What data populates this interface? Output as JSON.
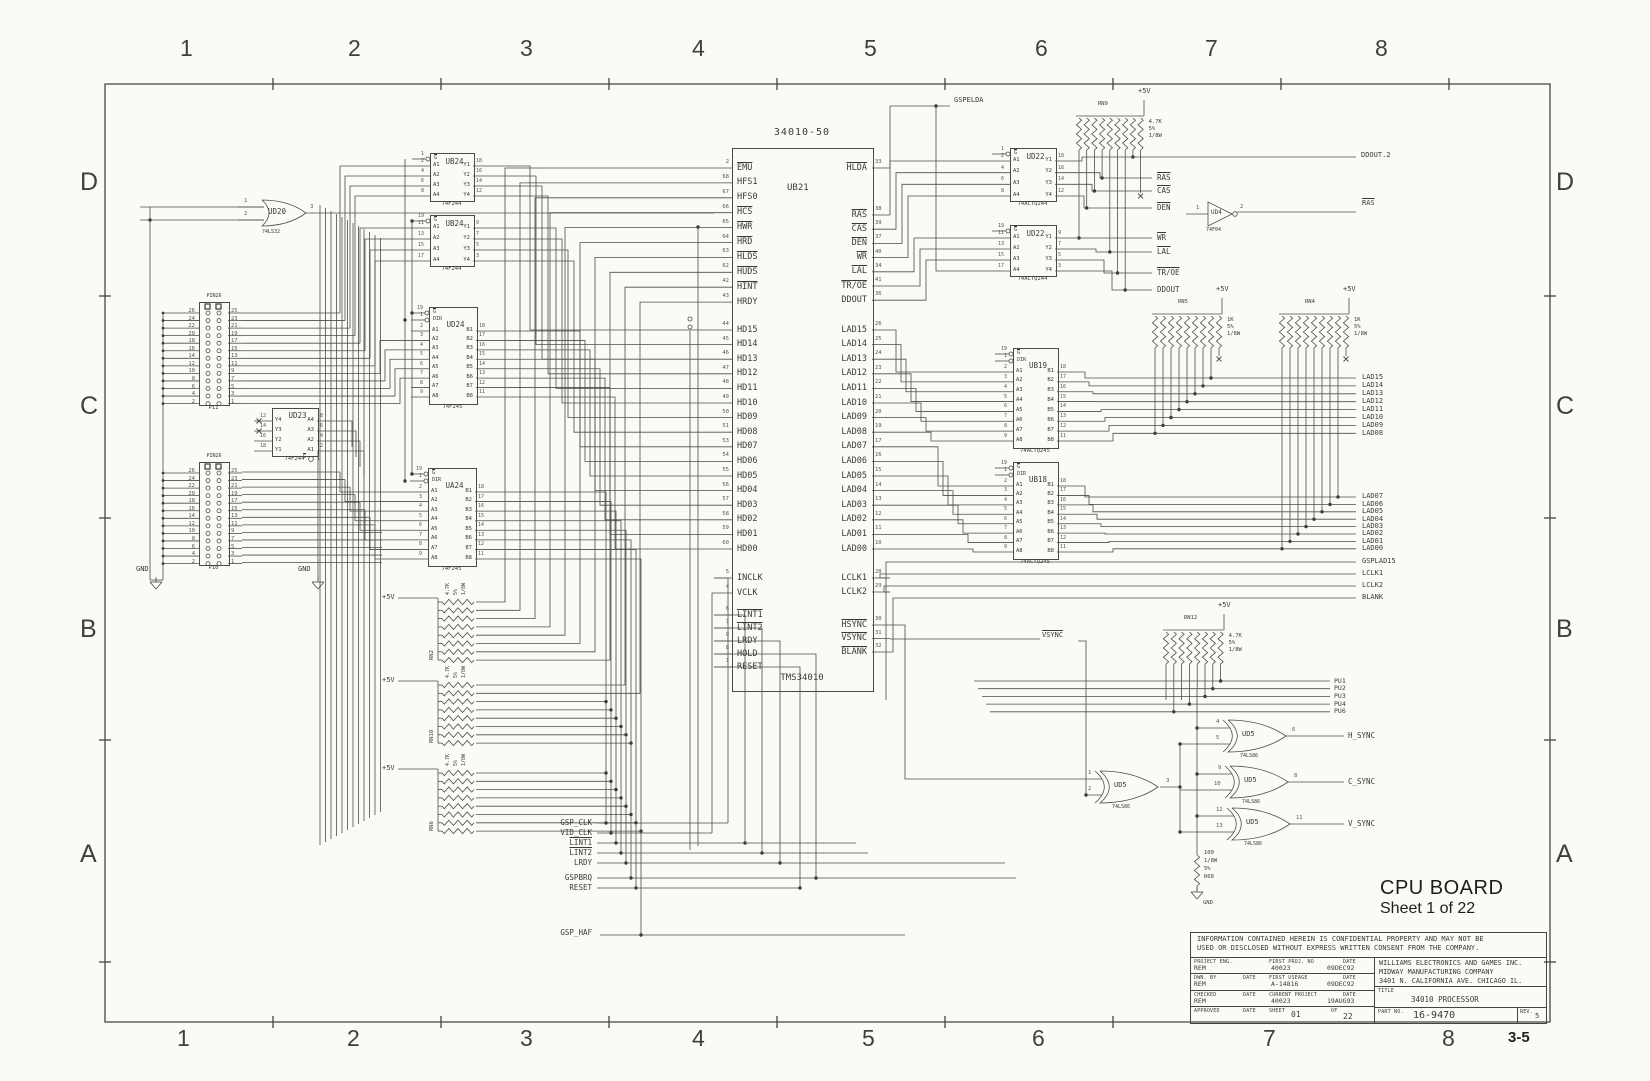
{
  "sheet": {
    "cols": [
      "1",
      "2",
      "3",
      "4",
      "5",
      "6",
      "7",
      "8"
    ],
    "rows": [
      "D",
      "C",
      "B",
      "A"
    ],
    "page_ref": "3-5"
  },
  "cpu": {
    "part_top": "34010-50",
    "ref": "UB21",
    "part_bottom": "TMS34010",
    "left_pins": [
      {
        "n": "2",
        "l": "EMU",
        "ov": 1
      },
      {
        "n": "68",
        "l": "HFS1"
      },
      {
        "n": "67",
        "l": "HFS0"
      },
      {
        "n": "66",
        "l": "HCS",
        "ov": 1
      },
      {
        "n": "65",
        "l": "HWR",
        "ov": 1
      },
      {
        "n": "64",
        "l": "HRD",
        "ov": 1
      },
      {
        "n": "63",
        "l": "HLDS",
        "ov": 1
      },
      {
        "n": "62",
        "l": "HUDS",
        "ov": 1
      },
      {
        "n": "42",
        "l": "HINT",
        "ov": 1
      },
      {
        "n": "43",
        "l": "HRDY"
      },
      {
        "n": "44",
        "l": "HD15"
      },
      {
        "n": "45",
        "l": "HD14"
      },
      {
        "n": "46",
        "l": "HD13"
      },
      {
        "n": "47",
        "l": "HD12"
      },
      {
        "n": "48",
        "l": "HD11"
      },
      {
        "n": "49",
        "l": "HD10"
      },
      {
        "n": "50",
        "l": "HD09"
      },
      {
        "n": "51",
        "l": "HD08"
      },
      {
        "n": "53",
        "l": "HD07"
      },
      {
        "n": "54",
        "l": "HD06"
      },
      {
        "n": "55",
        "l": "HD05"
      },
      {
        "n": "56",
        "l": "HD04"
      },
      {
        "n": "57",
        "l": "HD03"
      },
      {
        "n": "58",
        "l": "HD02"
      },
      {
        "n": "59",
        "l": "HD01"
      },
      {
        "n": "60",
        "l": "HD00"
      },
      {
        "n": "5",
        "l": "INCLK"
      },
      {
        "n": "4",
        "l": "VCLK"
      },
      {
        "n": "6",
        "l": "LINT1",
        "ov": 1
      },
      {
        "n": "7",
        "l": "LINT2",
        "ov": 1
      },
      {
        "n": "9",
        "l": "LRDY"
      },
      {
        "n": "8",
        "l": "HOLD"
      },
      {
        "n": "1",
        "l": "RESET"
      }
    ],
    "right_pins": [
      {
        "n": "33",
        "l": "HLDA",
        "ov": 1
      },
      {
        "n": "38",
        "l": "RAS",
        "ov": 1
      },
      {
        "n": "39",
        "l": "CAS",
        "ov": 1
      },
      {
        "n": "37",
        "l": "DEN",
        "ov": 1
      },
      {
        "n": "40",
        "l": "WR",
        "ov": 1
      },
      {
        "n": "34",
        "l": "LAL",
        "ov": 1
      },
      {
        "n": "41",
        "l": "TR/OE",
        "ov": 1
      },
      {
        "n": "36",
        "l": "DDOUT"
      },
      {
        "n": "26",
        "l": "LAD15"
      },
      {
        "n": "25",
        "l": "LAD14"
      },
      {
        "n": "24",
        "l": "LAD13"
      },
      {
        "n": "23",
        "l": "LAD12"
      },
      {
        "n": "22",
        "l": "LAD11"
      },
      {
        "n": "21",
        "l": "LAD10"
      },
      {
        "n": "20",
        "l": "LAD09"
      },
      {
        "n": "19",
        "l": "LAD08"
      },
      {
        "n": "17",
        "l": "LAD07"
      },
      {
        "n": "16",
        "l": "LAD06"
      },
      {
        "n": "15",
        "l": "LAD05"
      },
      {
        "n": "14",
        "l": "LAD04"
      },
      {
        "n": "13",
        "l": "LAD03"
      },
      {
        "n": "12",
        "l": "LAD02"
      },
      {
        "n": "11",
        "l": "LAD01"
      },
      {
        "n": "10",
        "l": "LAD00"
      },
      {
        "n": "28",
        "l": "LCLK1"
      },
      {
        "n": "29",
        "l": "LCLK2"
      },
      {
        "n": "30",
        "l": "HSYNC",
        "ov": 1
      },
      {
        "n": "31",
        "l": "VSYNC",
        "ov": 1
      },
      {
        "n": "32",
        "l": "BLANK",
        "ov": 1
      }
    ]
  },
  "ics": [
    {
      "ref": "UB24",
      "part": "74F244",
      "en": [
        {
          "n": "1",
          "l": "G",
          "ov": 1
        }
      ],
      "left": [
        {
          "n": "2",
          "l": "A1"
        },
        {
          "n": "4",
          "l": "A2"
        },
        {
          "n": "6",
          "l": "A3"
        },
        {
          "n": "8",
          "l": "A4"
        }
      ],
      "right": [
        {
          "n": "18",
          "l": "Y1"
        },
        {
          "n": "16",
          "l": "Y2"
        },
        {
          "n": "14",
          "l": "Y3"
        },
        {
          "n": "12",
          "l": "Y4"
        }
      ]
    },
    {
      "ref": "UB24",
      "part": "74F244",
      "en": [
        {
          "n": "19",
          "l": "G",
          "ov": 1
        }
      ],
      "left": [
        {
          "n": "11",
          "l": "A1"
        },
        {
          "n": "13",
          "l": "A2"
        },
        {
          "n": "15",
          "l": "A3"
        },
        {
          "n": "17",
          "l": "A4"
        }
      ],
      "right": [
        {
          "n": "9",
          "l": "Y1"
        },
        {
          "n": "7",
          "l": "Y2"
        },
        {
          "n": "5",
          "l": "Y3"
        },
        {
          "n": "3",
          "l": "Y4"
        }
      ]
    },
    {
      "ref": "UD24",
      "part": "74F245",
      "en": [
        {
          "n": "19",
          "l": "G",
          "ov": 1
        },
        {
          "n": "1",
          "l": "DIR"
        }
      ],
      "left": [
        {
          "n": "2",
          "l": "A1"
        },
        {
          "n": "3",
          "l": "A2"
        },
        {
          "n": "4",
          "l": "A3"
        },
        {
          "n": "5",
          "l": "A4"
        },
        {
          "n": "6",
          "l": "A5"
        },
        {
          "n": "7",
          "l": "A6"
        },
        {
          "n": "8",
          "l": "A7"
        },
        {
          "n": "9",
          "l": "A8"
        }
      ],
      "right": [
        {
          "n": "18",
          "l": "B1"
        },
        {
          "n": "17",
          "l": "B2"
        },
        {
          "n": "16",
          "l": "B3"
        },
        {
          "n": "15",
          "l": "B4"
        },
        {
          "n": "14",
          "l": "B5"
        },
        {
          "n": "13",
          "l": "B6"
        },
        {
          "n": "12",
          "l": "B7"
        },
        {
          "n": "11",
          "l": "B8"
        }
      ]
    },
    {
      "ref": "UD23",
      "part": "74F244",
      "en": [
        {
          "n": "1",
          "l": "G",
          "ov": 1
        }
      ],
      "left": [
        {
          "n": "12",
          "l": "Y4"
        },
        {
          "n": "14",
          "l": "Y3"
        },
        {
          "n": "16",
          "l": "Y2"
        },
        {
          "n": "18",
          "l": "Y1"
        }
      ],
      "right": [
        {
          "n": "8",
          "l": "A4"
        },
        {
          "n": "6",
          "l": "A3"
        },
        {
          "n": "4",
          "l": "A2"
        },
        {
          "n": "2",
          "l": "A1"
        }
      ]
    },
    {
      "ref": "UA24",
      "part": "74F245",
      "en": [
        {
          "n": "19",
          "l": "G",
          "ov": 1
        },
        {
          "n": "1",
          "l": "DIR"
        }
      ],
      "left": [
        {
          "n": "2",
          "l": "A1"
        },
        {
          "n": "3",
          "l": "A2"
        },
        {
          "n": "4",
          "l": "A3"
        },
        {
          "n": "5",
          "l": "A4"
        },
        {
          "n": "6",
          "l": "A5"
        },
        {
          "n": "7",
          "l": "A6"
        },
        {
          "n": "8",
          "l": "A7"
        },
        {
          "n": "9",
          "l": "A8"
        }
      ],
      "right": [
        {
          "n": "18",
          "l": "B1"
        },
        {
          "n": "17",
          "l": "B2"
        },
        {
          "n": "16",
          "l": "B3"
        },
        {
          "n": "15",
          "l": "B4"
        },
        {
          "n": "14",
          "l": "B5"
        },
        {
          "n": "13",
          "l": "B6"
        },
        {
          "n": "12",
          "l": "B7"
        },
        {
          "n": "11",
          "l": "B8"
        }
      ]
    },
    {
      "ref": "UD22",
      "part": "74ACTQ244",
      "en": [
        {
          "n": "1",
          "l": "G",
          "ov": 1
        }
      ],
      "left": [
        {
          "n": "2",
          "l": "A1"
        },
        {
          "n": "4",
          "l": "A2"
        },
        {
          "n": "6",
          "l": "A3"
        },
        {
          "n": "8",
          "l": "A4"
        }
      ],
      "right": [
        {
          "n": "18",
          "l": "Y1"
        },
        {
          "n": "16",
          "l": "Y2"
        },
        {
          "n": "14",
          "l": "Y3"
        },
        {
          "n": "12",
          "l": "Y4"
        }
      ]
    },
    {
      "ref": "UD22",
      "part": "74ACTQ244",
      "en": [
        {
          "n": "19",
          "l": "G",
          "ov": 1
        }
      ],
      "left": [
        {
          "n": "11",
          "l": "A1"
        },
        {
          "n": "13",
          "l": "A2"
        },
        {
          "n": "15",
          "l": "A3"
        },
        {
          "n": "17",
          "l": "A4"
        }
      ],
      "right": [
        {
          "n": "9",
          "l": "Y1"
        },
        {
          "n": "7",
          "l": "Y2"
        },
        {
          "n": "5",
          "l": "Y3"
        },
        {
          "n": "3",
          "l": "Y4"
        }
      ]
    },
    {
      "ref": "UB19",
      "part": "74ACTQ245",
      "en": [
        {
          "n": "19",
          "l": "G",
          "ov": 1
        },
        {
          "n": "1",
          "l": "DIR"
        }
      ],
      "left": [
        {
          "n": "2",
          "l": "A1"
        },
        {
          "n": "3",
          "l": "A2"
        },
        {
          "n": "4",
          "l": "A3"
        },
        {
          "n": "5",
          "l": "A4"
        },
        {
          "n": "6",
          "l": "A5"
        },
        {
          "n": "7",
          "l": "A6"
        },
        {
          "n": "8",
          "l": "A7"
        },
        {
          "n": "9",
          "l": "A8"
        }
      ],
      "right": [
        {
          "n": "18",
          "l": "B1"
        },
        {
          "n": "17",
          "l": "B2"
        },
        {
          "n": "16",
          "l": "B3"
        },
        {
          "n": "15",
          "l": "B4"
        },
        {
          "n": "14",
          "l": "B5"
        },
        {
          "n": "13",
          "l": "B6"
        },
        {
          "n": "12",
          "l": "B7"
        },
        {
          "n": "11",
          "l": "B8"
        }
      ]
    },
    {
      "ref": "UB18",
      "part": "74ACTQ245",
      "en": [
        {
          "n": "19",
          "l": "G",
          "ov": 1
        },
        {
          "n": "1",
          "l": "DIR"
        }
      ],
      "left": [
        {
          "n": "2",
          "l": "A1"
        },
        {
          "n": "3",
          "l": "A2"
        },
        {
          "n": "4",
          "l": "A3"
        },
        {
          "n": "5",
          "l": "A4"
        },
        {
          "n": "6",
          "l": "A5"
        },
        {
          "n": "7",
          "l": "A6"
        },
        {
          "n": "8",
          "l": "A7"
        },
        {
          "n": "9",
          "l": "A8"
        }
      ],
      "right": [
        {
          "n": "18",
          "l": "B1"
        },
        {
          "n": "17",
          "l": "B2"
        },
        {
          "n": "16",
          "l": "B3"
        },
        {
          "n": "15",
          "l": "B4"
        },
        {
          "n": "14",
          "l": "B5"
        },
        {
          "n": "13",
          "l": "B6"
        },
        {
          "n": "12",
          "l": "B7"
        },
        {
          "n": "11",
          "l": "B8"
        }
      ]
    }
  ],
  "gates": {
    "or": {
      "ref": "UD20",
      "part": "74LS32",
      "p": [
        "1",
        "2",
        "3"
      ]
    },
    "inv": {
      "ref": "UD4",
      "part": "74F04",
      "p": [
        "1",
        "2"
      ]
    },
    "xor0": {
      "ref": "UD5",
      "part": "74LS86",
      "p": [
        "1",
        "2",
        "3"
      ]
    },
    "xorh": {
      "ref": "UD5",
      "part": "74LS86",
      "p": [
        "4",
        "5",
        "6"
      ]
    },
    "xorc": {
      "ref": "UD5",
      "part": "74LS86",
      "p": [
        "9",
        "10",
        "8"
      ]
    },
    "xorv": {
      "ref": "UD5",
      "part": "74LS86",
      "p": [
        "12",
        "13",
        "11"
      ]
    }
  },
  "connectors": [
    {
      "title": "PIN26",
      "ref": "P11",
      "left": [
        "26",
        "24",
        "22",
        "20",
        "18",
        "16",
        "14",
        "12",
        "10",
        "8",
        "6",
        "4",
        "2"
      ],
      "right": [
        "25",
        "23",
        "21",
        "19",
        "17",
        "15",
        "13",
        "11",
        "9",
        "7",
        "5",
        "3",
        "1"
      ]
    },
    {
      "title": "PIN26",
      "ref": "P10",
      "left": [
        "26",
        "24",
        "22",
        "20",
        "18",
        "16",
        "14",
        "12",
        "10",
        "8",
        "6",
        "4",
        "2"
      ],
      "right": [
        "25",
        "23",
        "21",
        "19",
        "17",
        "15",
        "13",
        "11",
        "9",
        "7",
        "5",
        "3",
        "1"
      ]
    }
  ],
  "resnets": [
    {
      "ref": "RN9",
      "vals": [
        "4.7K",
        "5%",
        "1/8W"
      ]
    },
    {
      "ref": "RN5",
      "vals": [
        "1K",
        "5%",
        "1/8W"
      ]
    },
    {
      "ref": "RN4",
      "vals": [
        "1K",
        "5%",
        "1/8W"
      ]
    },
    {
      "ref": "RN12",
      "vals": [
        "4.7K",
        "5%",
        "1/8W"
      ]
    },
    {
      "ref": "RN2",
      "vals": [
        "4.7K",
        "5%",
        "1/8W"
      ]
    },
    {
      "ref": "RN10",
      "vals": [
        "4.7K",
        "5%",
        "1/8W"
      ]
    },
    {
      "ref": "RN6",
      "vals": [
        "4.7K",
        "5%",
        "1/8W"
      ]
    }
  ],
  "r68": {
    "vals": [
      "100",
      "1/8W",
      "5%",
      "R68"
    ]
  },
  "signals": {
    "gspelda": "GSPELDA",
    "ddout2": "DDOUT.2",
    "ras_right": "RAS",
    "ctrl": [
      {
        "t": "RAS",
        "ov": 1
      },
      {
        "t": "CAS",
        "ov": 1
      },
      {
        "t": "DEN",
        "ov": 1
      },
      {
        "t": "WR",
        "ov": 1
      },
      {
        "t": "LAL",
        "ov": 1
      },
      {
        "t": "TR/OE",
        "ov": 1
      },
      {
        "t": "DDOUT"
      }
    ],
    "lad_hi": [
      "LAD15",
      "LAD14",
      "LAD13",
      "LAD12",
      "LAD11",
      "LAD10",
      "LAD09",
      "LAD08"
    ],
    "lad_lo": [
      "LAD07",
      "LAD06",
      "LAD05",
      "LAD04",
      "LAD03",
      "LAD02",
      "LAD01",
      "LAD00"
    ],
    "misc_right": [
      "GSPLAD15",
      "LCLK1",
      "LCLK2",
      "BLANK"
    ],
    "pu": [
      "PU1",
      "PU2",
      "PU3",
      "PU4",
      "PU6"
    ],
    "sync": [
      "H_SYNC",
      "C_SYNC",
      "V_SYNC"
    ],
    "left_bottom": [
      {
        "t": "GSP_CLK"
      },
      {
        "t": "VID_CLK"
      },
      {
        "t": "LINT1",
        "ov": 1
      },
      {
        "t": "LINT2",
        "ov": 1
      },
      {
        "t": "LRDY"
      },
      {
        "t": "GSPBRQ"
      },
      {
        "t": "RESET"
      }
    ],
    "gsp_haf": "GSP_HAF",
    "vsync_mid": "VSYNC",
    "gnd": "GND",
    "p5": "+5V"
  },
  "board": {
    "line1": "CPU BOARD",
    "line2": "Sheet 1 of 22"
  },
  "tb": {
    "conf1": "INFORMATION CONTAINED HEREIN IS CONFIDENTIAL PROPERTY AND MAY NOT BE",
    "conf2": "USED OR DISCLOSED WITHOUT EXPRESS WRITTEN CONSENT FROM THE COMPANY.",
    "r1l": "PROJECT ENG.",
    "r1v": "REM",
    "r1ml": "FIRST PROJ. NO",
    "r1mv": "40023",
    "r1dl": "DATE",
    "r1dv": "09DEC92",
    "r2l": "DWN. BY",
    "r2d": "DATE",
    "r2v": "REM",
    "r2ml": "FIRST USEAGE",
    "r2mv": "A-14816",
    "r2dl": "DATE",
    "r2dv": "09DEC92",
    "r3l": "CHECKED",
    "r3d": "DATE",
    "r3v": "REM",
    "r3ml": "CURRENT PROJECT",
    "r3mv": "40023",
    "r3dl": "DATE",
    "r3dv": "19AUG93",
    "r4l": "APPROVED",
    "r4d": "DATE",
    "r4sl": "SHEET",
    "r4sv": "01",
    "r4ol": "OF",
    "r4ov": "22",
    "company1": "WILLIAMS ELECTRONICS AND GAMES INC.",
    "company2": "MIDWAY MANUFACTURING COMPANY",
    "company3": "3401 N. CALIFORNIA AVE. CHICAGO IL.",
    "title_l": "TITLE",
    "title_v": "34010 PROCESSOR",
    "part_l": "PART NO.",
    "part_v": "16-9470",
    "rev_l": "REV.",
    "rev_v": "5"
  }
}
